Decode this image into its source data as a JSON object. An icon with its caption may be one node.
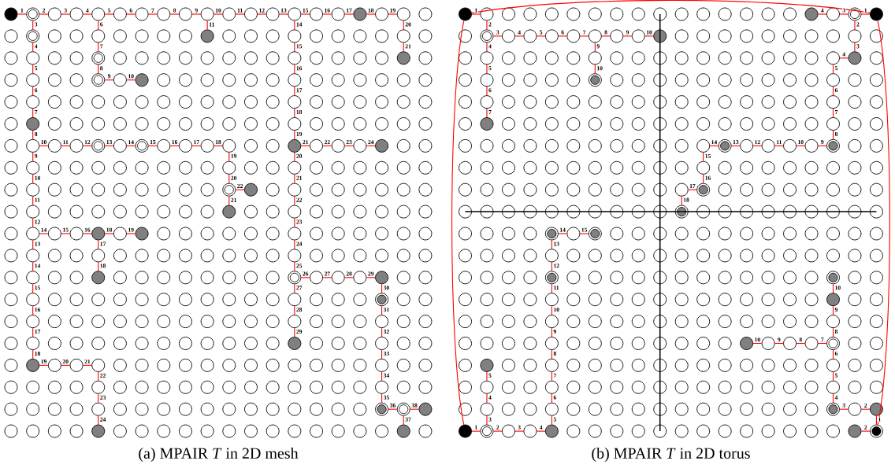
{
  "diagram": {
    "nodes": [
      {
        "text": [],
        "shape": "circle"
      },
      {
        "text": [],
        "shape": "circle"
      },
      {
        "text": [],
        "shape": "circle"
      },
      {
        "text": [],
        "shape": "circle"
      },
      {
        "text": [],
        "shape": "circle"
      },
      {
        "text": [],
        "shape": "circle"
      },
      {
        "text": [],
        "shape": "circle"
      },
      {
        "text": [],
        "shape": "circle"
      },
      {
        "text": [],
        "shape": "circle"
      },
      {
        "text": [],
        "shape": "circle"
      },
      {
        "text": [],
        "shape": "circle"
      },
      {
        "text": [],
        "shape": "circle"
      },
      {
        "text": [],
        "shape": "circle"
      },
      {
        "text": [],
        "shape": "circle"
      },
      {
        "text": [],
        "shape": "circle"
      },
      {
        "text": [],
        "shape": "circle"
      },
      {
        "text": [],
        "shape": "circle"
      },
      {
        "text": [],
        "shape": "circle"
      },
      {
        "text": [],
        "shape": "circle"
      },
      {
        "text": [],
        "shape": "circle"
      },
      {
        "text": [],
        "shape": "circle"
      },
      {
        "text": [],
        "shape": "circle"
      },
      {
        "text": [],
        "shape": "circle"
      },
      {
        "text": [],
        "shape": "circle"
      },
      {
        "text": [],
        "shape": "circle"
      },
      {
        "text": [],
        "shape": "circle"
      },
      {
        "text": [],
        "shape": "circle"
      },
      {
        "text": [],
        "shape": "circle"
      },
      {
        "text": [],
        "shape": "circle"
      },
      {
        "text": [],
        "shape": "circle"
      },
      {
        "text": [],
        "shape": "circle"
      },
      {
        "text": [],
        "shape": "circle"
      },
      {
        "text": [],
        "shape": "circle"
      },
      {
        "text": [],
        "shape": "circle"
      },
      {
        "text": [],
        "shape": "circle"
      },
      {
        "text": [],
        "shape": "circle"
      },
      {
        "text": [],
        "shape": "circle"
      },
      {
        "text": [],
        "shape": "circle"
      },
      {
        "text": [],
        "shape": "circle"
      },
      {
        "text": [],
        "shape": "circle"
      },
      {
        "text": [],
        "shape": "circle"
      },
      {
        "text": [],
        "shape": "circle"
      },
      {
        "text": [],
        "shape": "circle"
      },
      {
        "text": [],
        "shape": "circle"
      },
      {
        "text": [],
        "shape": "circle"
      },
      {
        "text": [],
        "shape": "circle"
      },
      {
        "text": [],
        "shape": "circle"
      },
      {
        "text": [],
        "shape": "circle"
      },
      {
        "text": [],
        "shape": "circle"
      },
      {
        "text": [],
        "shape": "circle"
      },
      {
        "text": [],
        "shape": "circle"
      },
      {
        "text": [],
        "shape": "circle"
      },
      {
        "text": [],
        "shape": "circle"
      },
      {
        "text": [],
        "shape": "circle"
      },
      {
        "text": [],
        "shape": "circle"
      },
      {
        "text": [],
        "shape": "circle"
      },
      {
        "text": [],
        "shape": "circle"
      },
      {
        "text": [],
        "shape": "circle"
      },
      {
        "text": [],
        "shape": "circle"
      },
      {
        "text": [],
        "shape": "circle"
      },
      {
        "text": [],
        "shape": "circle"
      },
      {
        "text": [],
        "shape": "circle"
      },
      {
        "text": [],
        "shape": "circle"
      },
      {
        "text": [],
        "shape": "circle"
      },
      {
        "text": [],
        "shape": "circle"
      },
      {
        "text": [],
        "shape": "circle"
      },
      {
        "text": [],
        "shape": "circle"
      },
      {
        "text": [],
        "shape": "circle"
      },
      {
        "text": [],
        "shape": "circle"
      },
      {
        "text": [],
        "shape": "circle"
      },
      {
        "text": [],
        "shape": "circle"
      },
      {
        "text": [],
        "shape": "circle"
      },
      {
        "text": [],
        "shape": "circle"
      },
      {
        "text": [],
        "shape": "circle"
      },
      {
        "text": [],
        "shape": "circle"
      },
      {
        "text": [],
        "shape": "circle"
      },
      {
        "text": [],
        "shape": "circle"
      },
      {
        "text": [],
        "shape": "circle"
      },
      {
        "text": [],
        "shape": "circle"
      },
      {
        "text": [],
        "shape": "circle"
      },
      {
        "text": [],
        "shape": "circle"
      },
      {
        "text": [],
        "shape": "circle"
      },
      {
        "text": [],
        "shape": "circle"
      },
      {
        "text": [],
        "shape": "circle"
      },
      {
        "text": [],
        "shape": "circle"
      },
      {
        "text": [],
        "shape": "circle"
      },
      {
        "text": [],
        "shape": "circle"
      },
      {
        "text": [],
        "shape": "circle"
      },
      {
        "text": [],
        "shape": "circle"
      },
      {
        "text": [],
        "shape": "circle"
      },
      {
        "text": [],
        "shape": "circle"
      },
      {
        "text": [],
        "shape": "circle"
      },
      {
        "text": [],
        "shape": "circle"
      },
      {
        "text": [],
        "shape": "circle"
      },
      {
        "text": [],
        "shape": "circle"
      },
      {
        "text": [],
        "shape": "circle"
      },
      {
        "text": [],
        "shape": "circle"
      },
      {
        "text": [],
        "shape": "circle"
      },
      {
        "text": [],
        "shape": "circle"
      },
      {
        "text": [],
        "shape": "circle"
      },
      {
        "text": [],
        "shape": "circle"
      },
      {
        "text": [],
        "shape": "circle"
      },
      {
        "text": [],
        "shape": "circle"
      },
      {
        "text": [],
        "shape": "circle"
      },
      {
        "text": [],
        "shape": "circle"
      },
      {
        "text": [],
        "shape": "circle"
      },
      {
        "text": [],
        "shape": "circle"
      },
      {
        "text": [],
        "shape": "circle"
      },
      {
        "text": [],
        "shape": "circle"
      },
      {
        "text": [],
        "shape": "circle"
      },
      {
        "text": [],
        "shape": "circle"
      },
      {
        "text": [],
        "shape": "circle"
      },
      {
        "text": [],
        "shape": "circle"
      },
      {
        "text": [],
        "shape": "circle"
      },
      {
        "text": [],
        "shape": "circle"
      },
      {
        "text": [],
        "shape": "circle"
      },
      {
        "text": [],
        "shape": "circle"
      },
      {
        "text": [],
        "shape": "circle"
      },
      {
        "text": [],
        "shape": "circle"
      },
      {
        "text": [],
        "shape": "circle"
      },
      {
        "text": [],
        "shape": "circle"
      },
      {
        "text": [],
        "shape": "circle"
      },
      {
        "text": [],
        "shape": "circle"
      },
      {
        "text": [],
        "shape": "circle"
      },
      {
        "text": [],
        "shape": "circle"
      },
      {
        "text": [],
        "shape": "circle"
      },
      {
        "text": [],
        "shape": "circle"
      },
      {
        "text": [],
        "shape": "circle"
      },
      {
        "text": [],
        "shape": "circle"
      },
      {
        "text": [],
        "shape": "circle"
      },
      {
        "text": [],
        "shape": "circle"
      },
      {
        "text": [],
        "shape": "circle"
      },
      {
        "text": [],
        "shape": "circle"
      },
      {
        "text": [],
        "shape": "circle"
      },
      {
        "text": [],
        "shape": "circle"
      },
      {
        "text": [],
        "shape": "circle"
      },
      {
        "text": [],
        "shape": "circle"
      },
      {
        "text": [],
        "shape": "circle"
      },
      {
        "text": [],
        "shape": "circle"
      },
      {
        "text": [],
        "shape": "circle"
      },
      {
        "text": [],
        "shape": "circle"
      },
      {
        "text": [],
        "shape": "circle"
      },
      {
        "text": [],
        "shape": "circle"
      },
      {
        "text": [],
        "shape": "circle"
      },
      {
        "text": [],
        "shape": "circle"
      },
      {
        "text": [],
        "shape": "circle"
      },
      {
        "text": [],
        "shape": "circle"
      },
      {
        "text": [],
        "shape": "circle"
      },
      {
        "text": [],
        "shape": "circle"
      },
      {
        "text": [],
        "shape": "circle"
      },
      {
        "text": [],
        "shape": "circle"
      },
      {
        "text": [],
        "shape": "circle"
      },
      {
        "text": [],
        "shape": "circle"
      },
      {
        "text": [],
        "shape": "circle"
      },
      {
        "text": [],
        "shape": "circle"
      },
      {
        "text": [],
        "shape": "circle"
      },
      {
        "text": [],
        "shape": "circle"
      },
      {
        "text": [],
        "shape": "circle"
      },
      {
        "text": [],
        "shape": "circle"
      },
      {
        "text": [],
        "shape": "circle"
      },
      {
        "text": [],
        "shape": "circle"
      },
      {
        "text": [],
        "shape": "circle"
      },
      {
        "text": [],
        "shape": "circle"
      },
      {
        "text": [],
        "shape": "circle"
      },
      {
        "text": [],
        "shape": "circle"
      },
      {
        "text": [],
        "shape": "circle"
      },
      {
        "text": [],
        "shape": "circle"
      },
      {
        "text": [],
        "shape": "circle"
      },
      {
        "text": [],
        "shape": "circle"
      },
      {
        "text": [],
        "shape": "circle"
      },
      {
        "text": [],
        "shape": "circle"
      },
      {
        "text": [],
        "shape": "circle"
      },
      {
        "text": [],
        "shape": "circle"
      }
    ],
    "edges": [
      {
        "from": 0,
        "to": 1,
        "arrow": "none",
        "label": "1"
      },
      {
        "from": 1,
        "to": 2,
        "arrow": "none",
        "label": "2"
      },
      {
        "from": 2,
        "to": 3,
        "arrow": "none",
        "label": "3"
      },
      {
        "from": 3,
        "to": 4,
        "arrow": "none",
        "label": "4"
      },
      {
        "from": 4,
        "to": 5,
        "arrow": "none",
        "label": "5"
      },
      {
        "from": 5,
        "to": 6,
        "arrow": "none",
        "label": "6"
      },
      {
        "from": 6,
        "to": 7,
        "arrow": "none",
        "label": "7"
      },
      {
        "from": 7,
        "to": 8,
        "arrow": "none",
        "label": "8"
      },
      {
        "from": 8,
        "to": 9,
        "arrow": "none",
        "label": "9"
      },
      {
        "from": 9,
        "to": 10,
        "arrow": "none",
        "label": "10"
      },
      {
        "from": 10,
        "to": 11,
        "arrow": "none",
        "label": "11"
      },
      {
        "from": 11,
        "to": 12,
        "arrow": "none",
        "label": "12"
      },
      {
        "from": 12,
        "to": 13,
        "arrow": "none",
        "label": "13"
      },
      {
        "from": 13,
        "to": 14,
        "arrow": "none",
        "label": "15"
      },
      {
        "from": 14,
        "to": 15,
        "arrow": "none",
        "label": "16"
      },
      {
        "from": 15,
        "to": 16,
        "arrow": "none",
        "label": "17"
      },
      {
        "from": 16,
        "to": 17,
        "arrow": "none",
        "label": "18"
      },
      {
        "from": 17,
        "to": 18,
        "arrow": "none",
        "label": "19"
      },
      {
        "from": 18,
        "to": 23,
        "arrow": "none",
        "label": "20"
      },
      {
        "from": 23,
        "to": 27,
        "arrow": "none",
        "label": "21"
      },
      {
        "from": 1,
        "to": 19,
        "arrow": "none",
        "label": "3"
      },
      {
        "from": 19,
        "to": 24,
        "arrow": "none",
        "label": "4"
      },
      {
        "from": 24,
        "to": 28,
        "arrow": "none",
        "label": "5"
      },
      {
        "from": 28,
        "to": 33,
        "arrow": "none",
        "label": "6"
      },
      {
        "from": 33,
        "to": 35,
        "arrow": "none",
        "label": "7"
      },
      {
        "from": 35,
        "to": 37,
        "arrow": "none",
        "label": "8"
      },
      {
        "from": 37,
        "to": 52,
        "arrow": "none",
        "label": "9"
      },
      {
        "from": 52,
        "to": 55,
        "arrow": "none",
        "label": "10"
      },
      {
        "from": 55,
        "to": 59,
        "arrow": "none",
        "label": "11"
      },
      {
        "from": 59,
        "to": 62,
        "arrow": "none",
        "label": "12"
      },
      {
        "from": 62,
        "to": 69,
        "arrow": "none",
        "label": "13"
      },
      {
        "from": 69,
        "to": 72,
        "arrow": "none",
        "label": "14"
      },
      {
        "from": 72,
        "to": 79,
        "arrow": "none",
        "label": "15"
      },
      {
        "from": 79,
        "to": 82,
        "arrow": "none",
        "label": "16"
      },
      {
        "from": 82,
        "to": 85,
        "arrow": "none",
        "label": "17"
      },
      {
        "from": 85,
        "to": 88,
        "arrow": "none",
        "label": "18"
      },
      {
        "from": 88,
        "to": 89,
        "arrow": "none",
        "label": "19"
      },
      {
        "from": 89,
        "to": 90,
        "arrow": "none",
        "label": "20"
      },
      {
        "from": 90,
        "to": 91,
        "arrow": "none",
        "label": "21"
      },
      {
        "from": 91,
        "to": 93,
        "arrow": "none",
        "label": "22"
      },
      {
        "from": 93,
        "to": 95,
        "arrow": "none",
        "label": "23"
      },
      {
        "from": 95,
        "to": 99,
        "arrow": "none",
        "label": "24"
      },
      {
        "from": 62,
        "to": 63,
        "arrow": "none",
        "label": "14"
      },
      {
        "from": 63,
        "to": 64,
        "arrow": "none",
        "label": "15"
      },
      {
        "from": 64,
        "to": 65,
        "arrow": "none",
        "label": "16"
      },
      {
        "from": 65,
        "to": 66,
        "arrow": "none",
        "label": "18"
      },
      {
        "from": 66,
        "to": 67,
        "arrow": "none",
        "label": "19"
      },
      {
        "from": 65,
        "to": 70,
        "arrow": "none",
        "label": "17"
      },
      {
        "from": 70,
        "to": 73,
        "arrow": "none",
        "label": "18"
      },
      {
        "from": 4,
        "to": 20,
        "arrow": "none",
        "label": "6"
      },
      {
        "from": 20,
        "to": 25,
        "arrow": "none",
        "label": "7"
      },
      {
        "from": 25,
        "to": 29,
        "arrow": "none",
        "label": "8"
      },
      {
        "from": 29,
        "to": 30,
        "arrow": "none",
        "label": "9"
      },
      {
        "from": 30,
        "to": 31,
        "arrow": "none",
        "label": "10"
      },
      {
        "from": 9,
        "to": 21,
        "arrow": "none",
        "label": "11"
      },
      {
        "from": 13,
        "to": 22,
        "arrow": "none",
        "label": "14"
      },
      {
        "from": 22,
        "to": 26,
        "arrow": "none",
        "label": "15"
      },
      {
        "from": 26,
        "to": 32,
        "arrow": "none",
        "label": "16"
      },
      {
        "from": 32,
        "to": 34,
        "arrow": "none",
        "label": "17"
      },
      {
        "from": 34,
        "to": 36,
        "arrow": "none",
        "label": "18"
      },
      {
        "from": 36,
        "to": 47,
        "arrow": "none",
        "label": "19"
      },
      {
        "from": 47,
        "to": 48,
        "arrow": "none",
        "label": "21"
      },
      {
        "from": 48,
        "to": 49,
        "arrow": "none",
        "label": "22"
      },
      {
        "from": 49,
        "to": 50,
        "arrow": "none",
        "label": "23"
      },
      {
        "from": 50,
        "to": 51,
        "arrow": "none",
        "label": "24"
      },
      {
        "from": 47,
        "to": 54,
        "arrow": "none",
        "label": "20"
      },
      {
        "from": 54,
        "to": 58,
        "arrow": "none",
        "label": "21"
      },
      {
        "from": 58,
        "to": 61,
        "arrow": "none",
        "label": "22"
      },
      {
        "from": 61,
        "to": 68,
        "arrow": "none",
        "label": "23"
      },
      {
        "from": 68,
        "to": 71,
        "arrow": "none",
        "label": "24"
      },
      {
        "from": 71,
        "to": 74,
        "arrow": "none",
        "label": "25"
      },
      {
        "from": 74,
        "to": 75,
        "arrow": "none",
        "label": "26"
      },
      {
        "from": 75,
        "to": 76,
        "arrow": "none",
        "label": "27"
      },
      {
        "from": 76,
        "to": 77,
        "arrow": "none",
        "label": "28"
      },
      {
        "from": 77,
        "to": 78,
        "arrow": "none",
        "label": "29"
      },
      {
        "from": 78,
        "to": 81,
        "arrow": "none",
        "label": "30"
      },
      {
        "from": 81,
        "to": 84,
        "arrow": "none",
        "label": "31"
      },
      {
        "from": 84,
        "to": 87,
        "arrow": "none",
        "label": "32"
      },
      {
        "from": 87,
        "to": 92,
        "arrow": "none",
        "label": "33"
      },
      {
        "from": 92,
        "to": 94,
        "arrow": "none",
        "label": "34"
      },
      {
        "from": 94,
        "to": 96,
        "arrow": "none",
        "label": "35"
      },
      {
        "from": 96,
        "to": 97,
        "arrow": "none",
        "label": "36"
      },
      {
        "from": 97,
        "to": 98,
        "arrow": "none",
        "label": "38"
      },
      {
        "from": 97,
        "to": 100,
        "arrow": "none",
        "label": "37"
      },
      {
        "from": 74,
        "to": 80,
        "arrow": "none",
        "label": "27"
      },
      {
        "from": 80,
        "to": 83,
        "arrow": "none",
        "label": "28"
      },
      {
        "from": 83,
        "to": 86,
        "arrow": "none",
        "label": "29"
      },
      {
        "from": 37,
        "to": 38,
        "arrow": "none",
        "label": "10"
      },
      {
        "from": 38,
        "to": 39,
        "arrow": "none",
        "label": "11"
      },
      {
        "from": 39,
        "to": 40,
        "arrow": "none",
        "label": "12"
      },
      {
        "from": 40,
        "to": 41,
        "arrow": "none",
        "label": "13"
      },
      {
        "from": 41,
        "to": 42,
        "arrow": "none",
        "label": "14"
      },
      {
        "from": 42,
        "to": 43,
        "arrow": "none",
        "label": "15"
      },
      {
        "from": 43,
        "to": 44,
        "arrow": "none",
        "label": "16"
      },
      {
        "from": 44,
        "to": 45,
        "arrow": "none",
        "label": "17"
      },
      {
        "from": 45,
        "to": 46,
        "arrow": "none",
        "label": "18"
      },
      {
        "from": 46,
        "to": 53,
        "arrow": "none",
        "label": "19"
      },
      {
        "from": 53,
        "to": 56,
        "arrow": "none",
        "label": "20"
      },
      {
        "from": 56,
        "to": 57,
        "arrow": "none",
        "label": "22"
      },
      {
        "from": 56,
        "to": 60,
        "arrow": "none",
        "label": "21"
      },
      {
        "from": 101,
        "to": 102,
        "arrow": "none",
        "label": "1"
      },
      {
        "from": 102,
        "to": 107,
        "arrow": "none",
        "label": "2"
      },
      {
        "from": 107,
        "to": 108,
        "arrow": "none",
        "label": "3"
      },
      {
        "from": 108,
        "to": 109,
        "arrow": "none",
        "label": "4"
      },
      {
        "from": 109,
        "to": 110,
        "arrow": "none",
        "label": "5"
      },
      {
        "from": 110,
        "to": 111,
        "arrow": "none",
        "label": "6"
      },
      {
        "from": 111,
        "to": 112,
        "arrow": "none",
        "label": "7"
      },
      {
        "from": 112,
        "to": 113,
        "arrow": "none",
        "label": "8"
      },
      {
        "from": 113,
        "to": 114,
        "arrow": "none",
        "label": "9"
      },
      {
        "from": 114,
        "to": 115,
        "arrow": "none",
        "label": "10"
      },
      {
        "from": 112,
        "to": 118,
        "arrow": "none",
        "label": "9"
      },
      {
        "from": 118,
        "to": 122,
        "arrow": "none",
        "label": "10"
      },
      {
        "from": 107,
        "to": 117,
        "arrow": "none",
        "label": "4"
      },
      {
        "from": 117,
        "to": 121,
        "arrow": "none",
        "label": "5"
      },
      {
        "from": 121,
        "to": 124,
        "arrow": "none",
        "label": "6"
      },
      {
        "from": 124,
        "to": 126,
        "arrow": "none",
        "label": "7"
      },
      {
        "from": 104,
        "to": 103,
        "arrow": "none",
        "label": "4"
      },
      {
        "from": 105,
        "to": 104,
        "arrow": "none",
        "label": "3"
      },
      {
        "from": 106,
        "to": 105,
        "arrow": "none",
        "label": "1"
      },
      {
        "from": 105,
        "to": 116,
        "arrow": "none",
        "label": "2"
      },
      {
        "from": 116,
        "to": 120,
        "arrow": "none",
        "label": "3"
      },
      {
        "from": 120,
        "to": 119,
        "arrow": "none",
        "label": "4"
      },
      {
        "from": 119,
        "to": 123,
        "arrow": "none",
        "label": "5"
      },
      {
        "from": 123,
        "to": 125,
        "arrow": "none",
        "label": "6"
      },
      {
        "from": 125,
        "to": 127,
        "arrow": "none",
        "label": "7"
      },
      {
        "from": 127,
        "to": 134,
        "arrow": "none",
        "label": "8"
      },
      {
        "from": 134,
        "to": 133,
        "arrow": "none",
        "label": "9"
      },
      {
        "from": 133,
        "to": 132,
        "arrow": "none",
        "label": "10"
      },
      {
        "from": 132,
        "to": 131,
        "arrow": "none",
        "label": "11"
      },
      {
        "from": 131,
        "to": 130,
        "arrow": "none",
        "label": "12"
      },
      {
        "from": 130,
        "to": 129,
        "arrow": "none",
        "label": "13"
      },
      {
        "from": 129,
        "to": 128,
        "arrow": "none",
        "label": "14"
      },
      {
        "from": 128,
        "to": 135,
        "arrow": "none",
        "label": "15"
      },
      {
        "from": 135,
        "to": 137,
        "arrow": "none",
        "label": "16"
      },
      {
        "from": 137,
        "to": 136,
        "arrow": "none",
        "label": "17"
      },
      {
        "from": 136,
        "to": 138,
        "arrow": "none",
        "label": "18"
      },
      {
        "from": 170,
        "to": 162,
        "arrow": "none",
        "label": "5"
      },
      {
        "from": 162,
        "to": 159,
        "arrow": "none",
        "label": "6"
      },
      {
        "from": 159,
        "to": 156,
        "arrow": "none",
        "label": "7"
      },
      {
        "from": 156,
        "to": 149,
        "arrow": "none",
        "label": "8"
      },
      {
        "from": 149,
        "to": 147,
        "arrow": "none",
        "label": "9"
      },
      {
        "from": 147,
        "to": 145,
        "arrow": "none",
        "label": "10"
      },
      {
        "from": 145,
        "to": 143,
        "arrow": "none",
        "label": "11"
      },
      {
        "from": 143,
        "to": 142,
        "arrow": "none",
        "label": "12"
      },
      {
        "from": 142,
        "to": 139,
        "arrow": "none",
        "label": "13"
      },
      {
        "from": 139,
        "to": 140,
        "arrow": "none",
        "label": "14"
      },
      {
        "from": 140,
        "to": 141,
        "arrow": "none",
        "label": "15"
      },
      {
        "from": 166,
        "to": 167,
        "arrow": "none",
        "label": "1"
      },
      {
        "from": 167,
        "to": 168,
        "arrow": "none",
        "label": "2"
      },
      {
        "from": 168,
        "to": 169,
        "arrow": "none",
        "label": "3"
      },
      {
        "from": 169,
        "to": 170,
        "arrow": "none",
        "label": "4"
      },
      {
        "from": 167,
        "to": 161,
        "arrow": "none",
        "label": "3"
      },
      {
        "from": 161,
        "to": 158,
        "arrow": "none",
        "label": "4"
      },
      {
        "from": 158,
        "to": 155,
        "arrow": "none",
        "label": "5"
      },
      {
        "from": 172,
        "to": 171,
        "arrow": "none",
        "label": "2"
      },
      {
        "from": 172,
        "to": 165,
        "arrow": "none",
        "label": "1"
      },
      {
        "from": 165,
        "to": 164,
        "arrow": "none",
        "label": "2"
      },
      {
        "from": 164,
        "to": 163,
        "arrow": "none",
        "label": "3"
      },
      {
        "from": 163,
        "to": 160,
        "arrow": "none",
        "label": "4"
      },
      {
        "from": 160,
        "to": 157,
        "arrow": "none",
        "label": "5"
      },
      {
        "from": 157,
        "to": 154,
        "arrow": "none",
        "label": "6"
      },
      {
        "from": 154,
        "to": 153,
        "arrow": "none",
        "label": "7"
      },
      {
        "from": 153,
        "to": 152,
        "arrow": "none",
        "label": "8"
      },
      {
        "from": 152,
        "to": 151,
        "arrow": "none",
        "label": "9"
      },
      {
        "from": 151,
        "to": 150,
        "arrow": "none",
        "label": "10"
      },
      {
        "from": 154,
        "to": 148,
        "arrow": "none",
        "label": "8"
      },
      {
        "from": 148,
        "to": 146,
        "arrow": "none",
        "label": "9"
      },
      {
        "from": 146,
        "to": 144,
        "arrow": "none",
        "label": "10"
      },
      {
        "from": 101,
        "to": 106,
        "arrow": "none"
      },
      {
        "from": 101,
        "to": 166,
        "arrow": "none"
      },
      {
        "from": 106,
        "to": 172,
        "arrow": "none"
      }
    ],
    "labels": [
      "(a) MPAIR *T* in 2D mesh",
      "(b) MPAIR *T* in 2D torus"
    ]
  }
}
